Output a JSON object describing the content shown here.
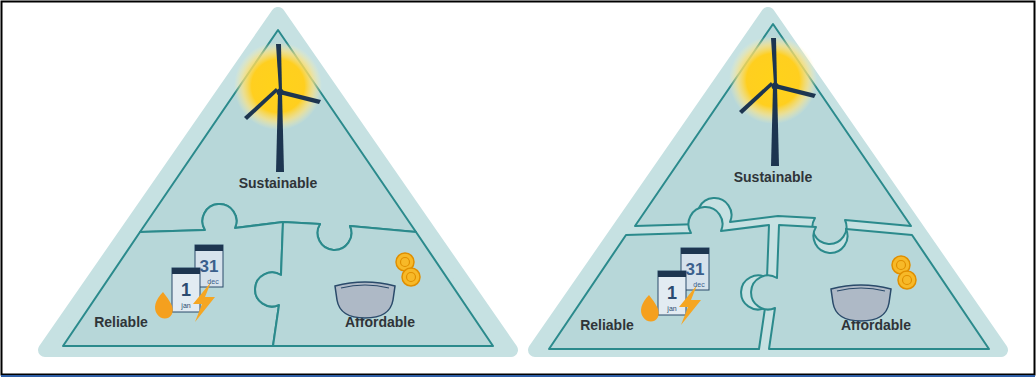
{
  "diagram": {
    "nodes": [
      {
        "text": [
          "Sustainable"
        ]
      },
      {
        "text": [
          "Reliable"
        ]
      },
      {
        "text": [
          "Affordable"
        ]
      },
      {
        "text": [
          "Sustainable"
        ]
      },
      {
        "text": [
          "Reliable"
        ]
      },
      {
        "text": [
          "Affordable"
        ]
      }
    ],
    "labels": [
      "31",
      "dec",
      "1",
      "jan",
      "31",
      "dec",
      "1",
      "jan"
    ]
  }
}
